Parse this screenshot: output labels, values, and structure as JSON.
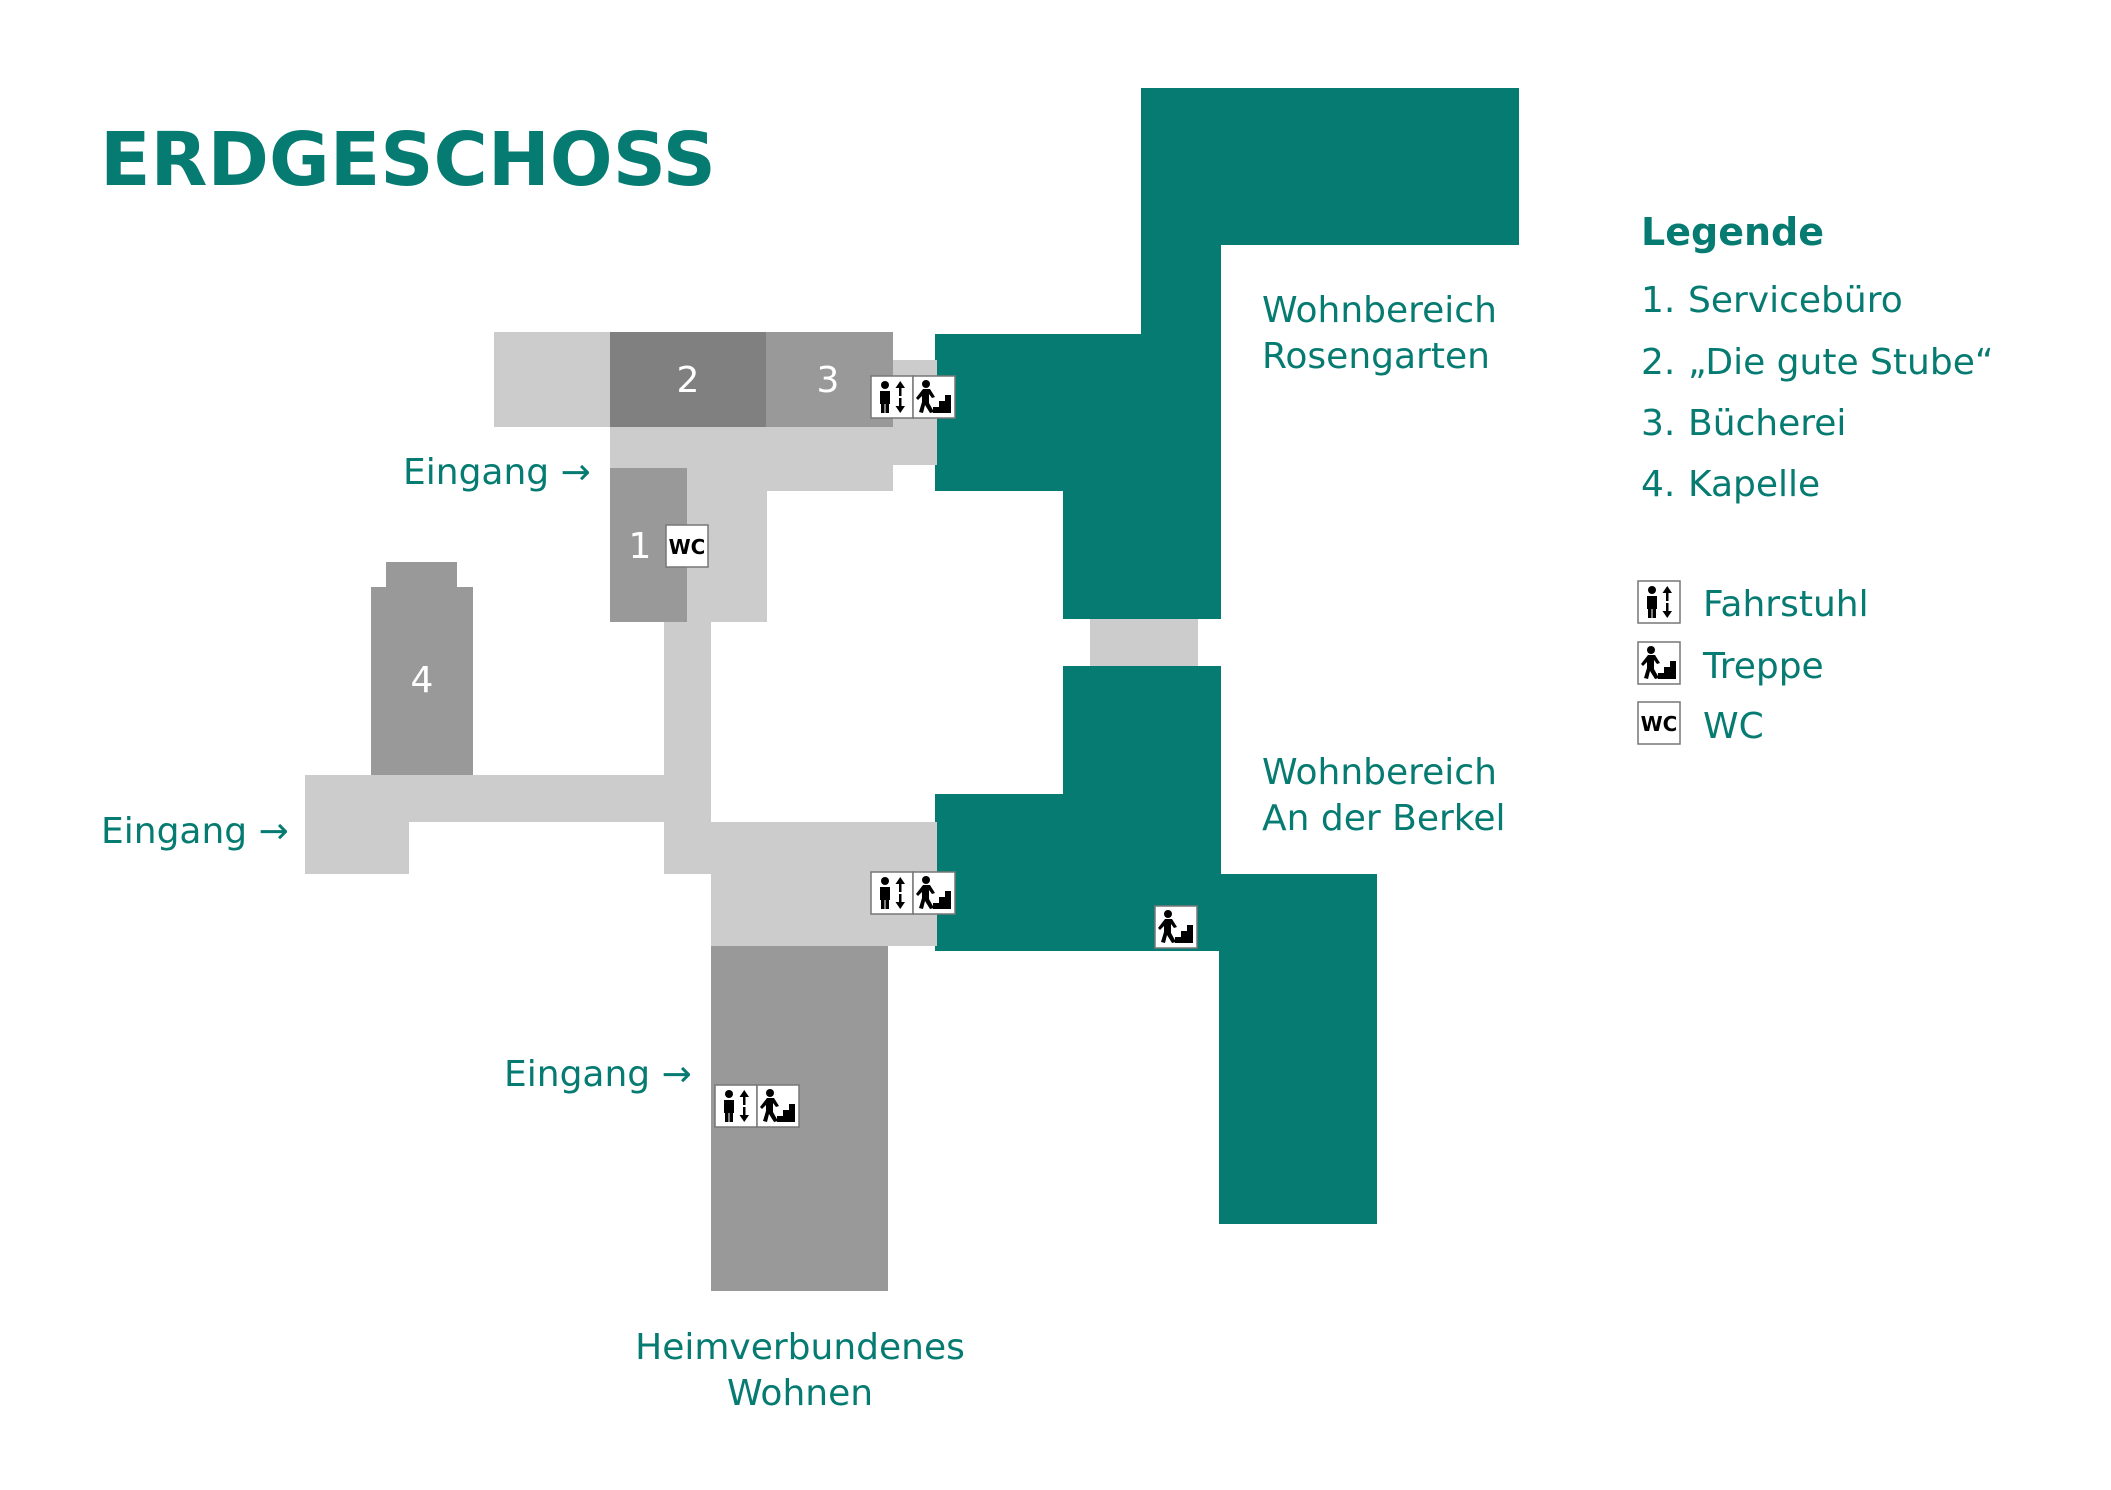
{
  "title": "ERDGESCHOSS",
  "areas": {
    "rosengarten": {
      "line1": "Wohnbereich",
      "line2": "Rosengarten"
    },
    "berkel": {
      "line1": "Wohnbereich",
      "line2": "An der Berkel"
    },
    "heim": {
      "line1": "Heimverbundenes",
      "line2": "Wohnen"
    }
  },
  "entrances": [
    "Eingang →",
    "Eingang →",
    "Eingang →"
  ],
  "rooms": [
    "1",
    "2",
    "3",
    "4"
  ],
  "legend": {
    "heading": "Legende",
    "rooms": [
      {
        "num": "1.",
        "label": "Servicebüro"
      },
      {
        "num": "2.",
        "label": "„Die gute Stube“"
      },
      {
        "num": "3.",
        "label": "Bücherei"
      },
      {
        "num": "4.",
        "label": "Kapelle"
      }
    ],
    "symbols": [
      {
        "icon": "elevator-icon",
        "label": "Fahrstuhl"
      },
      {
        "icon": "stairs-icon",
        "label": "Treppe"
      },
      {
        "icon": "wc-icon",
        "label": "WC"
      }
    ]
  },
  "wc_label": "WC",
  "colors": {
    "residential": "#067b72",
    "corridor": "#cccccc",
    "room": "#999999",
    "room_dark": "#808080"
  }
}
